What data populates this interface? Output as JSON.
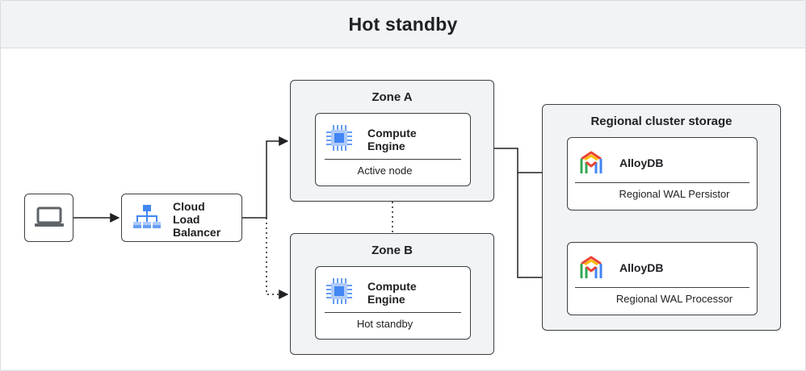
{
  "title": "Hot standby",
  "client": {
    "icon": "laptop-icon"
  },
  "load_balancer": {
    "label": "Cloud\nLoad\nBalancer",
    "lines": [
      "Cloud",
      "Load",
      "Balancer"
    ],
    "icon": "load-balancer-icon"
  },
  "zone_a": {
    "title": "Zone A",
    "service": {
      "name_lines": [
        "Compute",
        "Engine"
      ],
      "subtitle": "Active node",
      "icon": "compute-engine-icon"
    }
  },
  "zone_b": {
    "title": "Zone B",
    "service": {
      "name_lines": [
        "Compute",
        "Engine"
      ],
      "subtitle": "Hot standby",
      "icon": "compute-engine-icon"
    }
  },
  "storage": {
    "title": "Regional cluster storage",
    "items": [
      {
        "name": "AlloyDB",
        "subtitle": "Regional WAL Persistor",
        "icon": "alloydb-icon"
      },
      {
        "name": "AlloyDB",
        "subtitle": "Regional WAL Processor",
        "icon": "alloydb-icon"
      }
    ]
  },
  "colors": {
    "google_blue": "#4285f4",
    "google_red": "#ea4335",
    "google_yellow": "#fbbc04",
    "google_green": "#34a853",
    "line": "#202124",
    "zone_fill": "#f1f3f4"
  }
}
